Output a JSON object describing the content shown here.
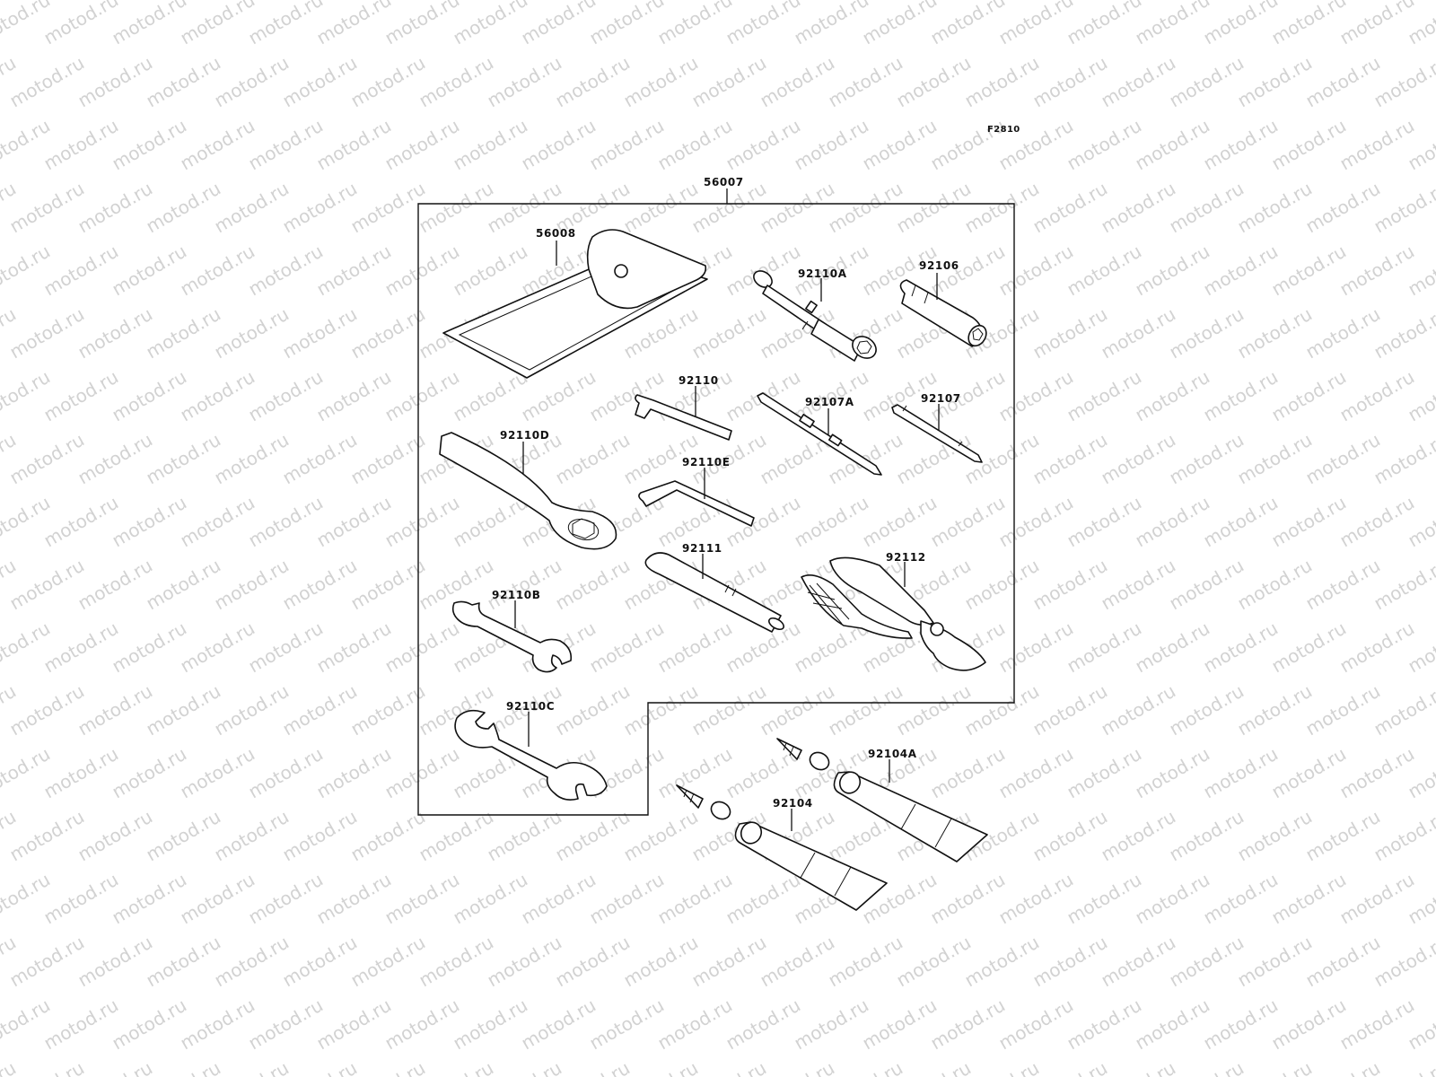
{
  "watermark": "motod.ru",
  "figure_code": "F2810",
  "labels": {
    "kit": "56007",
    "pouch": "56008",
    "socket_tool": "92110A",
    "driver_handle": "92106",
    "hex_wrench": "92110",
    "screwdriver_bit_long": "92107A",
    "screwdriver_bit_short": "92107",
    "ring_spanner": "92110D",
    "hex_wrench_small": "92110E",
    "extension_bar": "92111",
    "pliers": "92112",
    "open_wrench_small": "92110B",
    "open_wrench_large": "92110C",
    "grease_tube_a": "92104A",
    "grease_tube": "92104"
  }
}
